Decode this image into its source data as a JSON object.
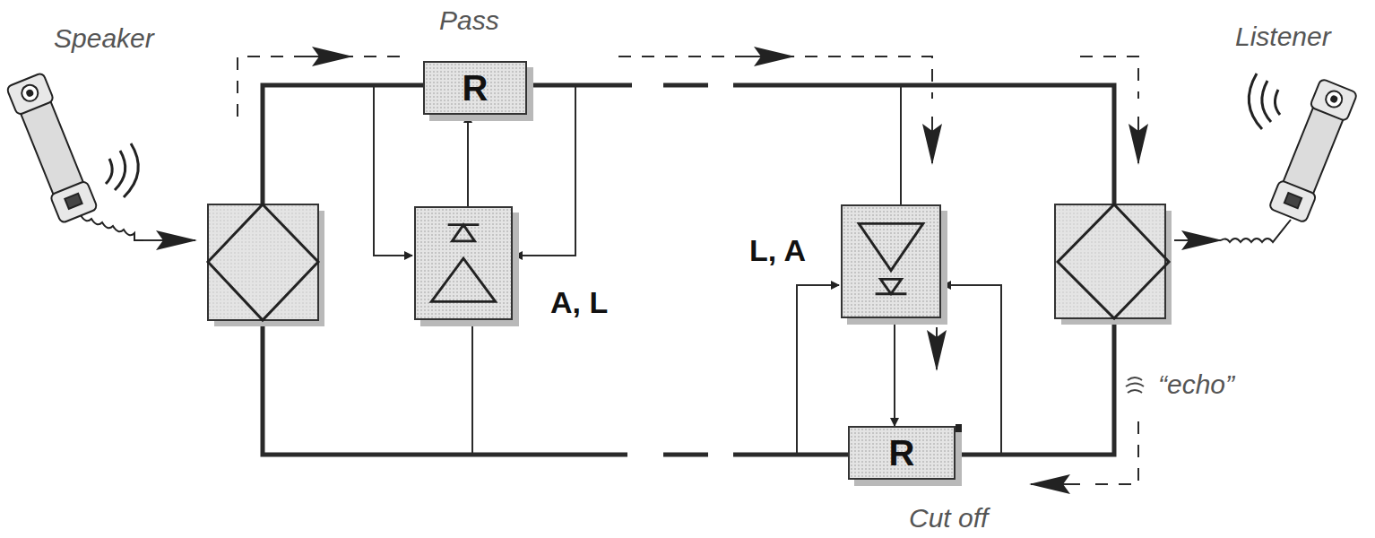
{
  "diagram": {
    "nodes": [
      {
        "text": [
          "R"
        ]
      },
      {
        "text": [
          "A, L"
        ]
      },
      {
        "text": [
          "L, A"
        ]
      },
      {
        "text": [
          "R"
        ]
      }
    ],
    "edges": [
      {
        "from": 1,
        "to": 0,
        "arrow": "to"
      },
      {
        "from": 2,
        "to": 3,
        "arrow": "to"
      }
    ],
    "labels": [
      "Speaker",
      "Pass",
      "Listener",
      "“echo”",
      "Cut off"
    ]
  }
}
